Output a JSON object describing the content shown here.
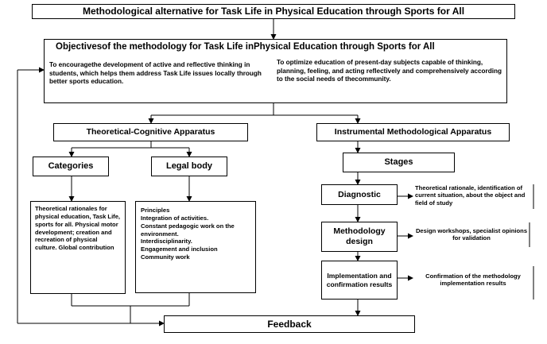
{
  "title": "Methodological alternative for Task Life in Physical Education through Sports for All",
  "objectives": {
    "title": "Objectivesof the methodology for Task Life inPhysical Education through Sports for All",
    "left": "To encouragethe development of active and reflective thinking in students, which helps them address Task Life issues locally through better sports education.",
    "right": "To optimize education of present-day subjects capable of thinking, planning, feeling, and acting reflectively and comprehensively according to the social needs of thecommunity."
  },
  "theoretical": "Theoretical-Cognitive Apparatus",
  "instrumental": "Instrumental Methodological Apparatus",
  "categories": {
    "title": "Categories",
    "text": "Theoretical rationales for physical education, Task Life, sports for all. Physical motor development; creation and recreation of physical culture. Global contribution"
  },
  "legal": {
    "title": "Legal body",
    "lines": [
      "Principles",
      "Integration of activities.",
      "Constant pedagogic work on the environment.",
      "Interdisciplinarity.",
      "Engagement and inclusion",
      "Community work"
    ]
  },
  "stages": "Stages",
  "diagnostic": {
    "title": "Diagnostic",
    "note": "Theoretical rationale, identification of current situation, about the object and field of study"
  },
  "methodology": {
    "title": "Methodology design",
    "note": "Design workshops, specialist opinions for validation"
  },
  "implementation": {
    "title": "Implementation and confirmation results",
    "note": "Confirmation of the methodology implementation results"
  },
  "feedback": "Feedback"
}
